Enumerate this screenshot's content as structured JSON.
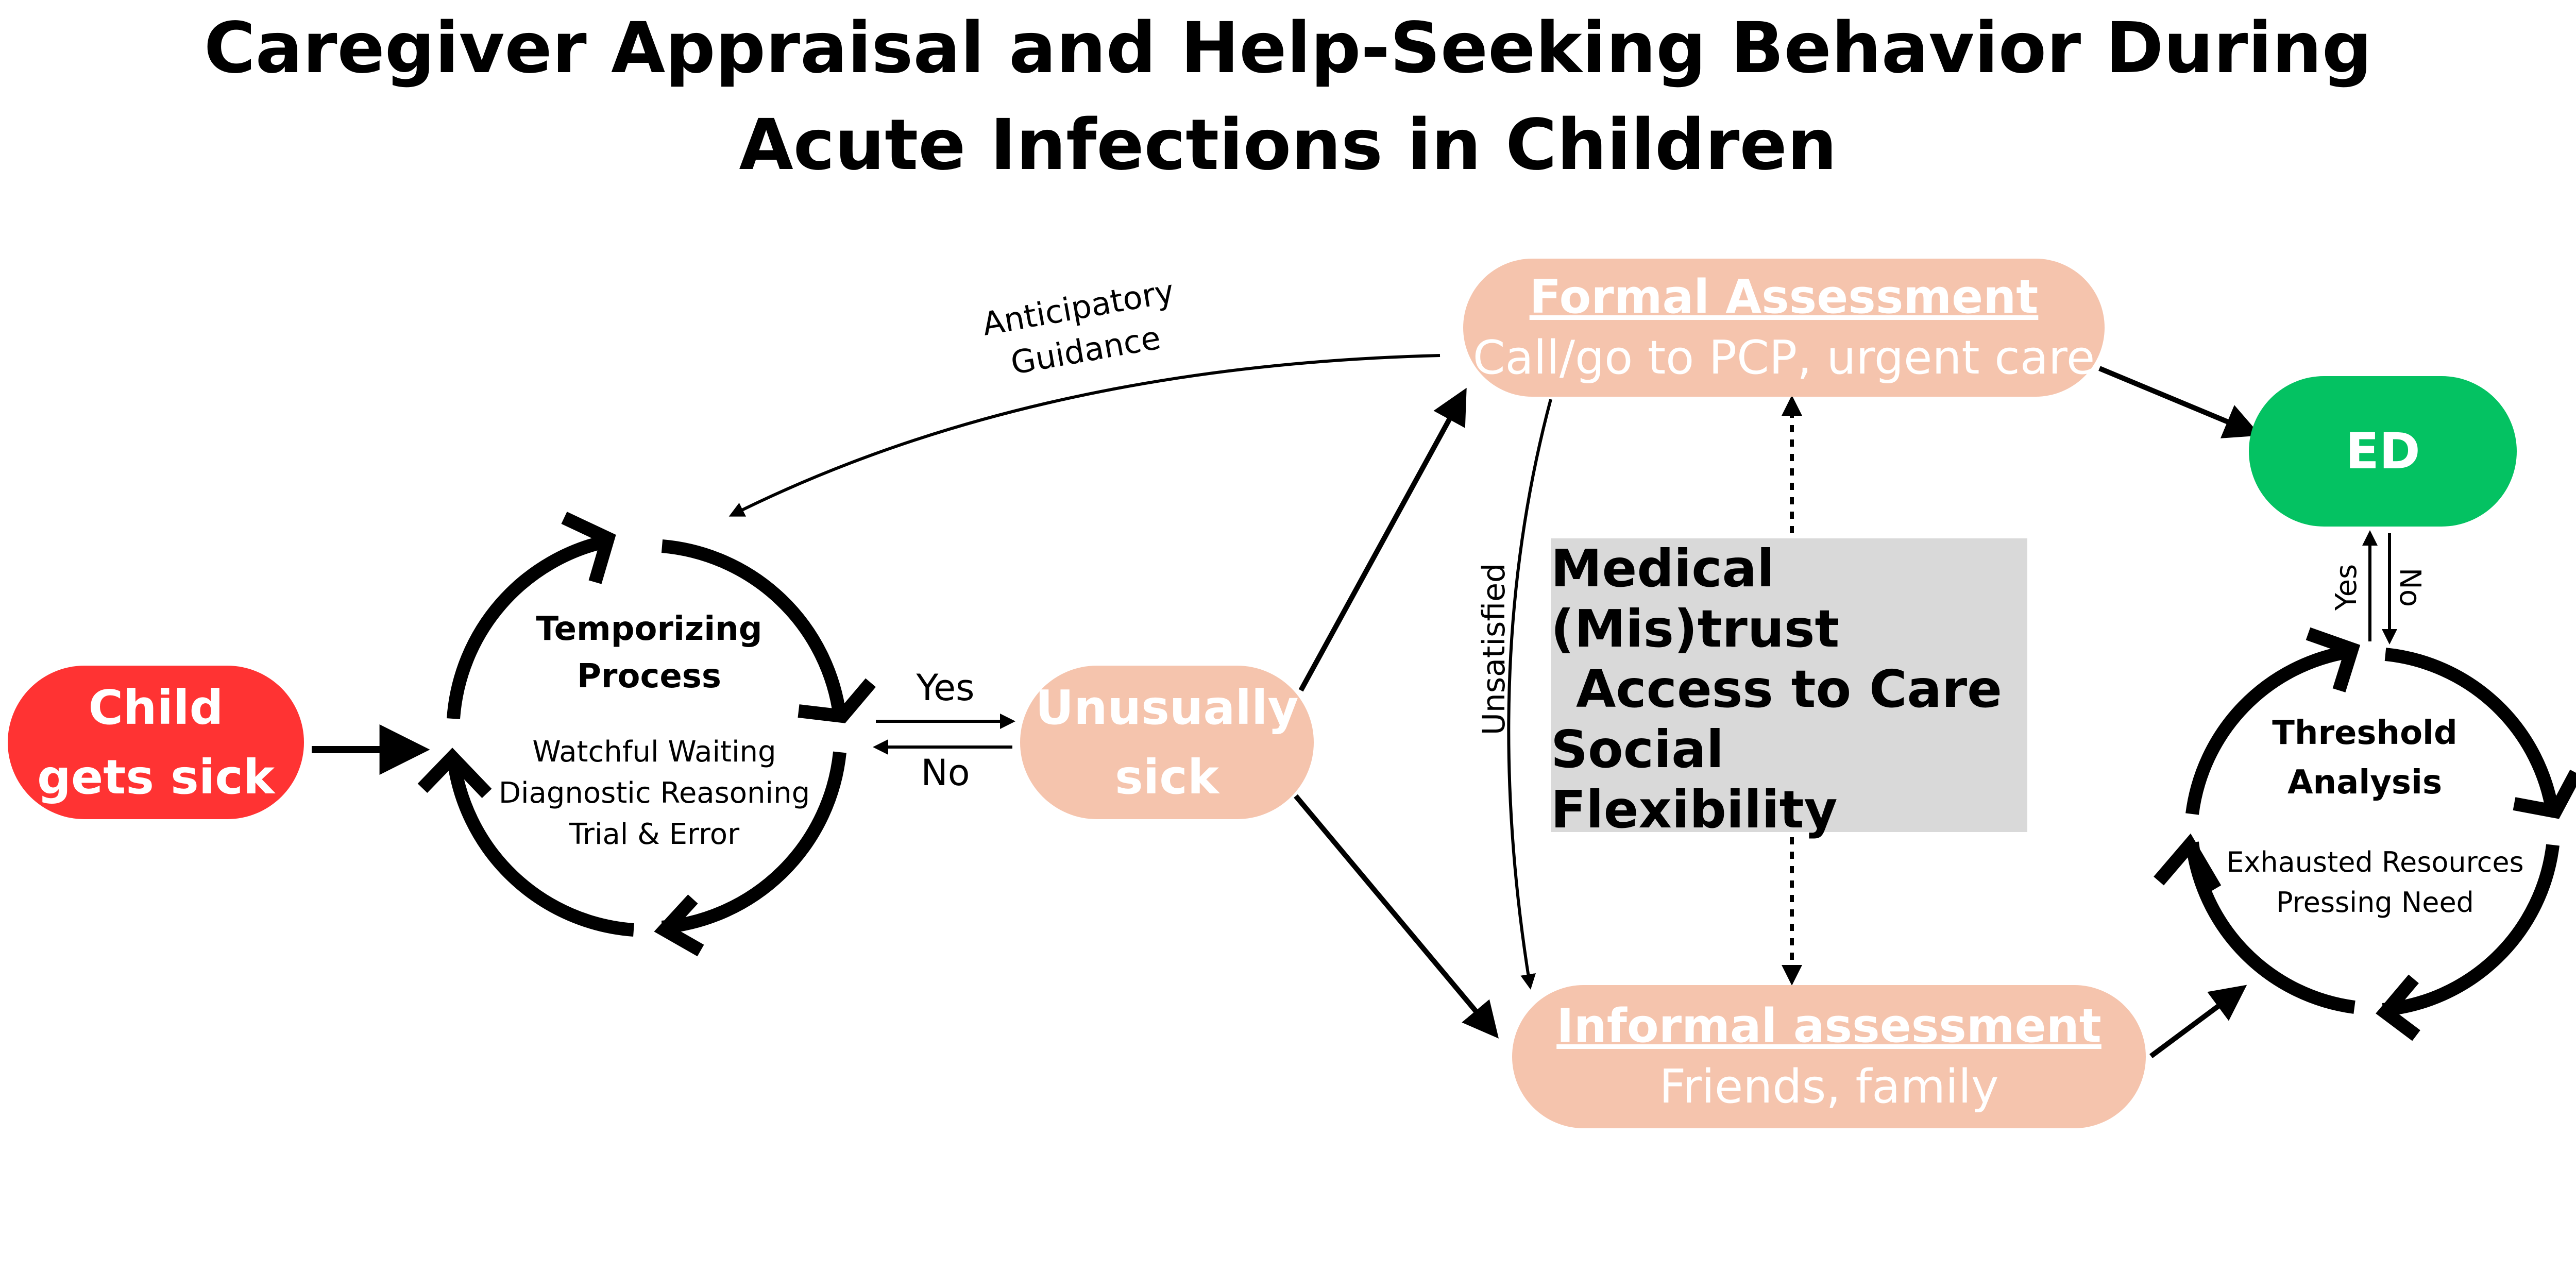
{
  "title": "Caregiver Appraisal and Help-Seeking Behavior During Acute Infections in Children",
  "nodes": {
    "child": [
      "Child",
      "gets sick"
    ],
    "unusually_sick": [
      "Unusually",
      "sick"
    ],
    "formal": {
      "heading": "Formal Assessment",
      "detail": "Call/go to PCP, urgent care"
    },
    "informal": {
      "heading": "Informal assessment",
      "detail": "Friends, family"
    },
    "ed": "ED"
  },
  "temporizing": {
    "title": [
      "Temporizing",
      "Process"
    ],
    "items": [
      "Watchful Waiting",
      "Diagnostic Reasoning",
      "Trial & Error"
    ]
  },
  "threshold": {
    "title": [
      "Threshold",
      "Analysis"
    ],
    "items": [
      "Exhausted Resources",
      "Pressing Need"
    ]
  },
  "factors": [
    "Medical (Mis)trust",
    "Access to Care",
    "Social Flexibility"
  ],
  "edge_labels": {
    "anticipatory": [
      "Anticipatory",
      "Guidance"
    ],
    "unsatisfied": "Unsatisfied",
    "yes": "Yes",
    "no": "No",
    "ed_yes": "Yes",
    "ed_no": "No"
  },
  "colors": {
    "child": "#ff3333",
    "assessment": "#f5c4ad",
    "ed": "#04c262",
    "factors_box": "#d9d9d9"
  }
}
